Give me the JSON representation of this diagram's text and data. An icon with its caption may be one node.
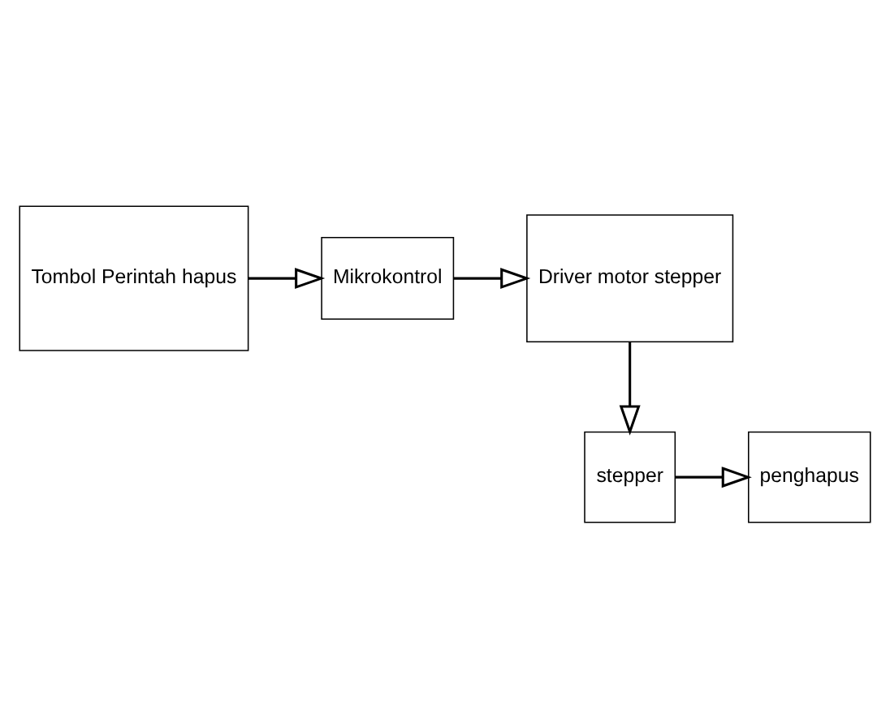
{
  "diagram": {
    "nodes": [
      {
        "text": [
          "Tombol Perintah hapus"
        ]
      },
      {
        "text": [
          "Mikrokontrol"
        ]
      },
      {
        "text": [
          "Driver motor stepper"
        ]
      },
      {
        "text": [
          "penghapus"
        ]
      },
      {
        "text": [
          "stepper"
        ]
      }
    ],
    "edges": [
      {
        "from": 0,
        "to": 1,
        "arrow": "to"
      },
      {
        "from": 1,
        "to": 2,
        "arrow": "to"
      },
      {
        "from": 2,
        "to": 4,
        "arrow": "to"
      },
      {
        "from": 4,
        "to": 3,
        "arrow": "to"
      }
    ]
  }
}
